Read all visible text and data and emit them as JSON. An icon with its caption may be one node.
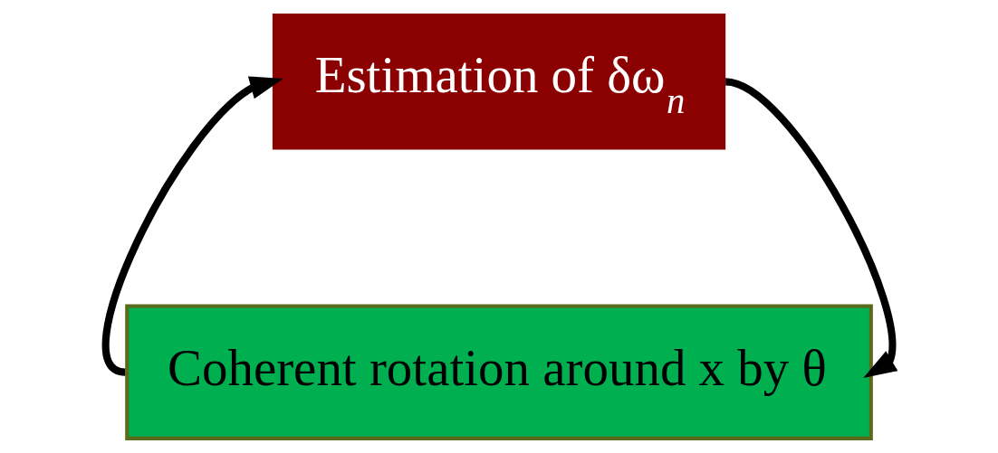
{
  "diagram": {
    "nodes": [
      {
        "text": [
          "Estimation of δω$_{n}$"
        ]
      },
      {
        "text": [
          "Coherent rotation around x by θ"
        ]
      }
    ],
    "edges": [
      {
        "from": 0,
        "to": 1,
        "arrow": "to"
      },
      {
        "from": 1,
        "to": 0,
        "arrow": "to"
      }
    ]
  }
}
